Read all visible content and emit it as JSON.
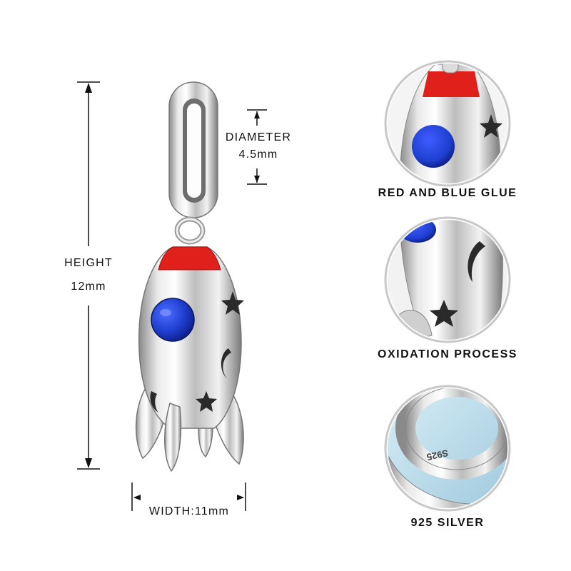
{
  "dimensions": {
    "height_label": "HEIGHT",
    "height_value": "12mm",
    "diameter_label": "DIAMETER",
    "diameter_value": "4.5mm",
    "width_label": "WIDTH:11mm"
  },
  "features": [
    {
      "caption": "RED AND BLUE GLUE",
      "icon": "glue-closeup"
    },
    {
      "caption": "OXIDATION PROCESS",
      "icon": "oxidation-closeup"
    },
    {
      "caption": "925 SILVER",
      "icon": "silver-bail-closeup",
      "stamp": "S925"
    }
  ],
  "colors": {
    "silver": "#c9c9c9",
    "red_enamel": "#e0201b",
    "blue_enamel": "#1f3fd0",
    "oxidized": "#2a2a2a"
  }
}
